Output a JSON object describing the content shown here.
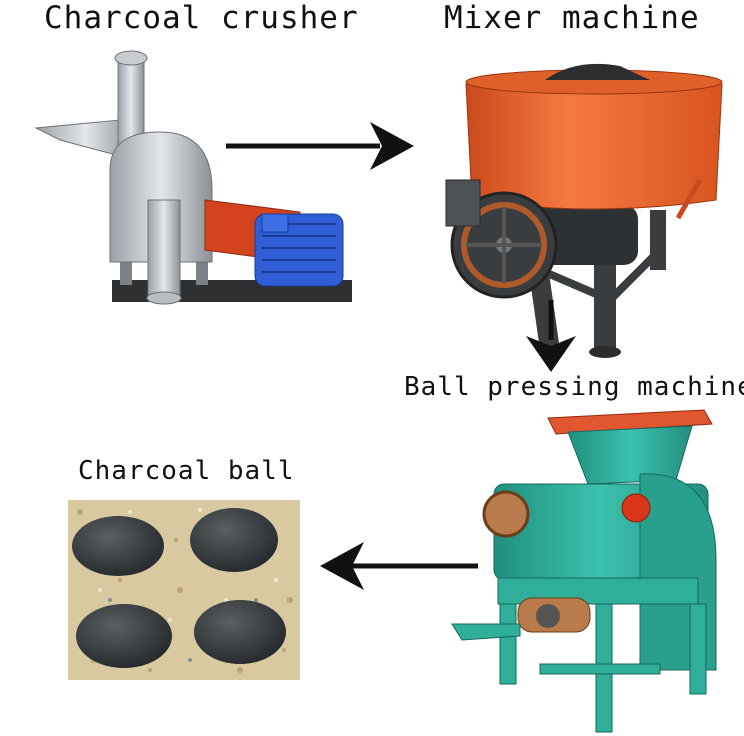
{
  "steps": [
    {
      "id": "crusher",
      "label": "Charcoal crusher"
    },
    {
      "id": "mixer",
      "label": "Mixer machine"
    },
    {
      "id": "press",
      "label": "Ball pressing machine"
    },
    {
      "id": "ball",
      "label": "Charcoal ball"
    }
  ],
  "flow": [
    {
      "from": "crusher",
      "to": "mixer",
      "direction": "right"
    },
    {
      "from": "mixer",
      "to": "press",
      "direction": "down"
    },
    {
      "from": "press",
      "to": "ball",
      "direction": "left"
    }
  ],
  "colors": {
    "mixer_drum": "#f0642a",
    "motor_blue": "#2f5fd6",
    "press_teal": "#2fae9a",
    "press_hopper": "#e0562f",
    "arrow": "#111111"
  }
}
